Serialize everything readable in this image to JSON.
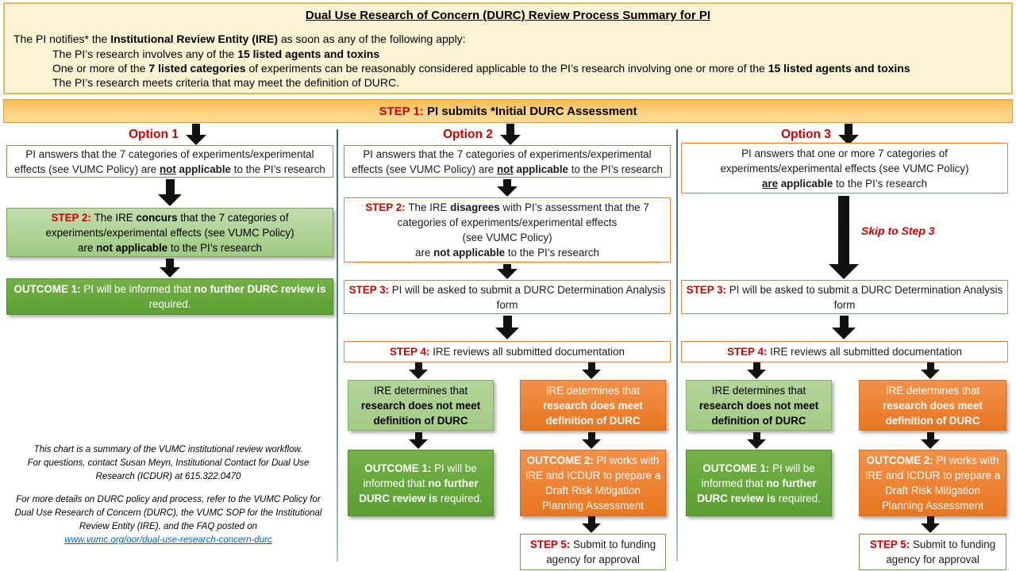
{
  "colors": {
    "red_accent": "#D40000",
    "cream_background": "#FCF3D4",
    "gold_banner": "#FBC768",
    "green_fill": "#68A83E",
    "light_green_fill": "#ABD08F",
    "orange_fill": "#ED7D31",
    "divider_blue": "#4F7BA7",
    "link_blue": "#0563C1"
  },
  "header": {
    "title": "Dual Use Research of Concern (DURC) Review Process Summary for PI",
    "intro": [
      {
        "t": "The PI notifies* the "
      },
      {
        "t": "Institutional Review Entity (IRE)",
        "b": true
      },
      {
        "t": " as soon as any of the following apply:"
      }
    ],
    "bullets": [
      [
        {
          "t": "The PI’s research involves any of the "
        },
        {
          "t": "15 listed agents and toxins",
          "b": true
        }
      ],
      [
        {
          "t": "One or more of the "
        },
        {
          "t": "7 listed categories",
          "b": true
        },
        {
          "t": " of experiments can be reasonably considered applicable to the PI’s research involving one or more of the "
        },
        {
          "t": "15 listed agents and toxins",
          "b": true
        }
      ],
      [
        {
          "t": "The PI’s research meets criteria that may meet the definition of DURC."
        }
      ]
    ]
  },
  "banner": {
    "segments": [
      {
        "t": "STEP 1: ",
        "b": true,
        "r": true
      },
      {
        "t": "PI submits *Initial DURC Assessment",
        "b": true
      }
    ]
  },
  "options": {
    "labels": [
      "Option 1",
      "Option 2",
      "Option 3"
    ]
  },
  "opt1": {
    "box1": [
      {
        "t": "PI answers that the 7 categories of experiments/experimental"
      },
      {
        "br": true
      },
      {
        "t": "effects (see VUMC Policy) are "
      },
      {
        "t": "not",
        "b": true,
        "u": true
      },
      {
        "t": " applicable",
        "b": true
      },
      {
        "t": " to the PI’s research"
      }
    ],
    "step2": [
      {
        "t": "STEP 2: ",
        "b": true,
        "r": true
      },
      {
        "t": "The IRE "
      },
      {
        "t": "concurs",
        "b": true
      },
      {
        "t": " that the 7 categories of"
      },
      {
        "br": true
      },
      {
        "t": "experiments/experimental effects (see VUMC Policy)"
      },
      {
        "br": true
      },
      {
        "t": "are "
      },
      {
        "t": "not applicable",
        "b": true
      },
      {
        "t": " to the PI’s research"
      }
    ],
    "outcome1": [
      {
        "t": "OUTCOME 1: ",
        "b": true
      },
      {
        "t": "PI will be informed that "
      },
      {
        "t": "no further DURC review is",
        "b": true
      },
      {
        "br": true
      },
      {
        "t": "required."
      }
    ]
  },
  "opt2": {
    "box1": [
      {
        "t": "PI answers that the 7 categories of experiments/experimental"
      },
      {
        "br": true
      },
      {
        "t": "effects (see VUMC Policy) are "
      },
      {
        "t": "not",
        "b": true,
        "u": true
      },
      {
        "t": " applicable",
        "b": true
      },
      {
        "t": " to the PI’s research"
      }
    ],
    "step2": [
      {
        "t": "STEP 2: ",
        "b": true,
        "r": true
      },
      {
        "t": "The IRE "
      },
      {
        "t": "disagrees",
        "b": true
      },
      {
        "t": " with PI’s assessment that the 7"
      },
      {
        "br": true
      },
      {
        "t": "categories of experiments/experimental effects"
      },
      {
        "br": true
      },
      {
        "t": "(see VUMC Policy)"
      },
      {
        "br": true
      },
      {
        "t": "are "
      },
      {
        "t": "not applicable",
        "b": true
      },
      {
        "t": " to the PI’s research"
      }
    ]
  },
  "opt3": {
    "box1": [
      {
        "t": "PI answers that one or more 7 categories of"
      },
      {
        "br": true
      },
      {
        "t": "experiments/experimental effects (see VUMC Policy)"
      },
      {
        "br": true
      },
      {
        "t": "are",
        "b": true,
        "u": true
      },
      {
        "t": " applicable",
        "b": true
      },
      {
        "t": " to the PI’s research"
      }
    ],
    "skip": "Skip to Step 3"
  },
  "shared": {
    "step3": [
      {
        "t": "STEP 3: ",
        "b": true,
        "r": true
      },
      {
        "t": "PI will be asked to submit a DURC Determination Analysis"
      },
      {
        "br": true
      },
      {
        "t": "form"
      }
    ],
    "step4": [
      {
        "t": "STEP 4: ",
        "b": true,
        "r": true
      },
      {
        "t": "IRE reviews all submitted documentation"
      }
    ],
    "branch_not_meet": [
      {
        "t": "IRE determines that"
      },
      {
        "br": true
      },
      {
        "t": "research does not meet",
        "b": true
      },
      {
        "br": true
      },
      {
        "t": "definition of DURC",
        "b": true
      }
    ],
    "branch_meet": [
      {
        "t": "IRE determines that"
      },
      {
        "br": true
      },
      {
        "t": "research does meet",
        "b": true
      },
      {
        "br": true
      },
      {
        "t": "definition of DURC",
        "b": true
      }
    ],
    "outcome1": [
      {
        "t": "OUTCOME 1: ",
        "b": true
      },
      {
        "t": "PI will be"
      },
      {
        "br": true
      },
      {
        "t": "informed that "
      },
      {
        "t": "no further",
        "b": true
      },
      {
        "br": true
      },
      {
        "t": "DURC review is",
        "b": true
      },
      {
        "t": " required."
      }
    ],
    "outcome2": [
      {
        "t": "OUTCOME 2: ",
        "b": true
      },
      {
        "t": "PI works with"
      },
      {
        "br": true
      },
      {
        "t": "IRE and ICDUR to prepare a"
      },
      {
        "br": true
      },
      {
        "t": "Draft Risk Mitigation"
      },
      {
        "br": true
      },
      {
        "t": "Planning Assessment"
      }
    ],
    "step5": [
      {
        "t": "STEP 5: ",
        "b": true,
        "r": true
      },
      {
        "t": "Submit to funding"
      },
      {
        "br": true
      },
      {
        "t": "agency for approval"
      }
    ]
  },
  "footer": {
    "para1": [
      {
        "t": "This chart is a summary of the VUMC institutional review workflow."
      },
      {
        "br": true
      },
      {
        "t": "For questions, contact Susan Meyn, Institutional Contact for Dual Use"
      },
      {
        "br": true
      },
      {
        "t": "Research (ICDUR) at 615.322.0470"
      }
    ],
    "para2": [
      {
        "t": "For more details on DURC policy and process, refer to the VUMC Policy for"
      },
      {
        "br": true
      },
      {
        "t": "Dual Use Research of Concern (DURC), the VUMC SOP for the Institutional"
      },
      {
        "br": true
      },
      {
        "t": "Review Entity (IRE), and the FAQ posted on"
      }
    ],
    "link": "www.vumc.org/oor/dual-use-research-concern-durc"
  }
}
